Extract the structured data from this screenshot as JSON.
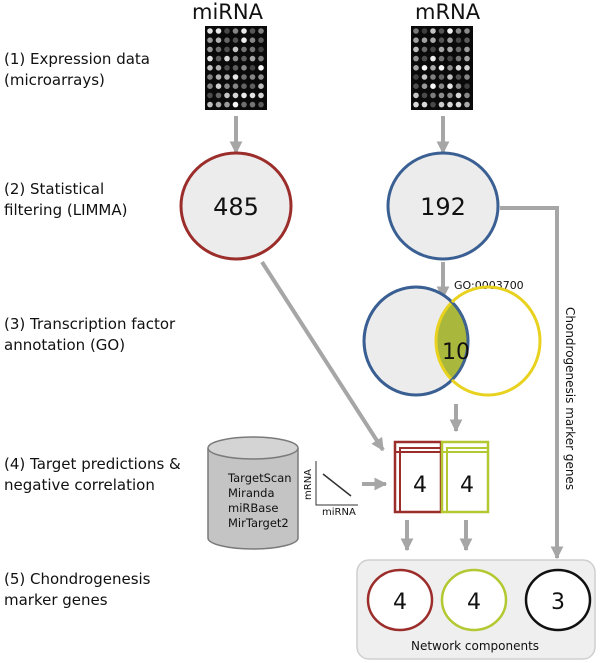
{
  "columns": {
    "mirna": "miRNA",
    "mrna": "mRNA"
  },
  "steps": [
    {
      "line1": "(1) Expression data",
      "line2": "(microarrays)"
    },
    {
      "line1": "(2) Statistical",
      "line2": "filtering (LIMMA)"
    },
    {
      "line1": "(3) Transcription factor",
      "line2": "annotation (GO)"
    },
    {
      "line1": "(4) Target predictions &",
      "line2": "negative correlation"
    },
    {
      "line1": "(5) Chondrogenesis",
      "line2": "marker genes"
    }
  ],
  "counts": {
    "mirna_filtered": "485",
    "mrna_filtered": "192",
    "tf_overlap": "10",
    "target_mirna": "4",
    "target_mrna": "4"
  },
  "go_term": "GO:0003700",
  "databases": [
    "TargetScan",
    "Miranda",
    "miRBase",
    "MirTarget2"
  ],
  "correlation_axes": {
    "y": "mRNA",
    "x": "miRNA"
  },
  "side_label": "Chondrogenesis marker genes",
  "network": {
    "label": "Network components",
    "values": [
      "4",
      "4",
      "3"
    ]
  },
  "colors": {
    "mirna": "#9b2d2b",
    "mrna": "#3a5f93",
    "tf": "#e8d21f",
    "overlap": "#a9b83c",
    "marker": "#b4c832",
    "arrow": "#a6a6a6",
    "black": "#111111"
  }
}
